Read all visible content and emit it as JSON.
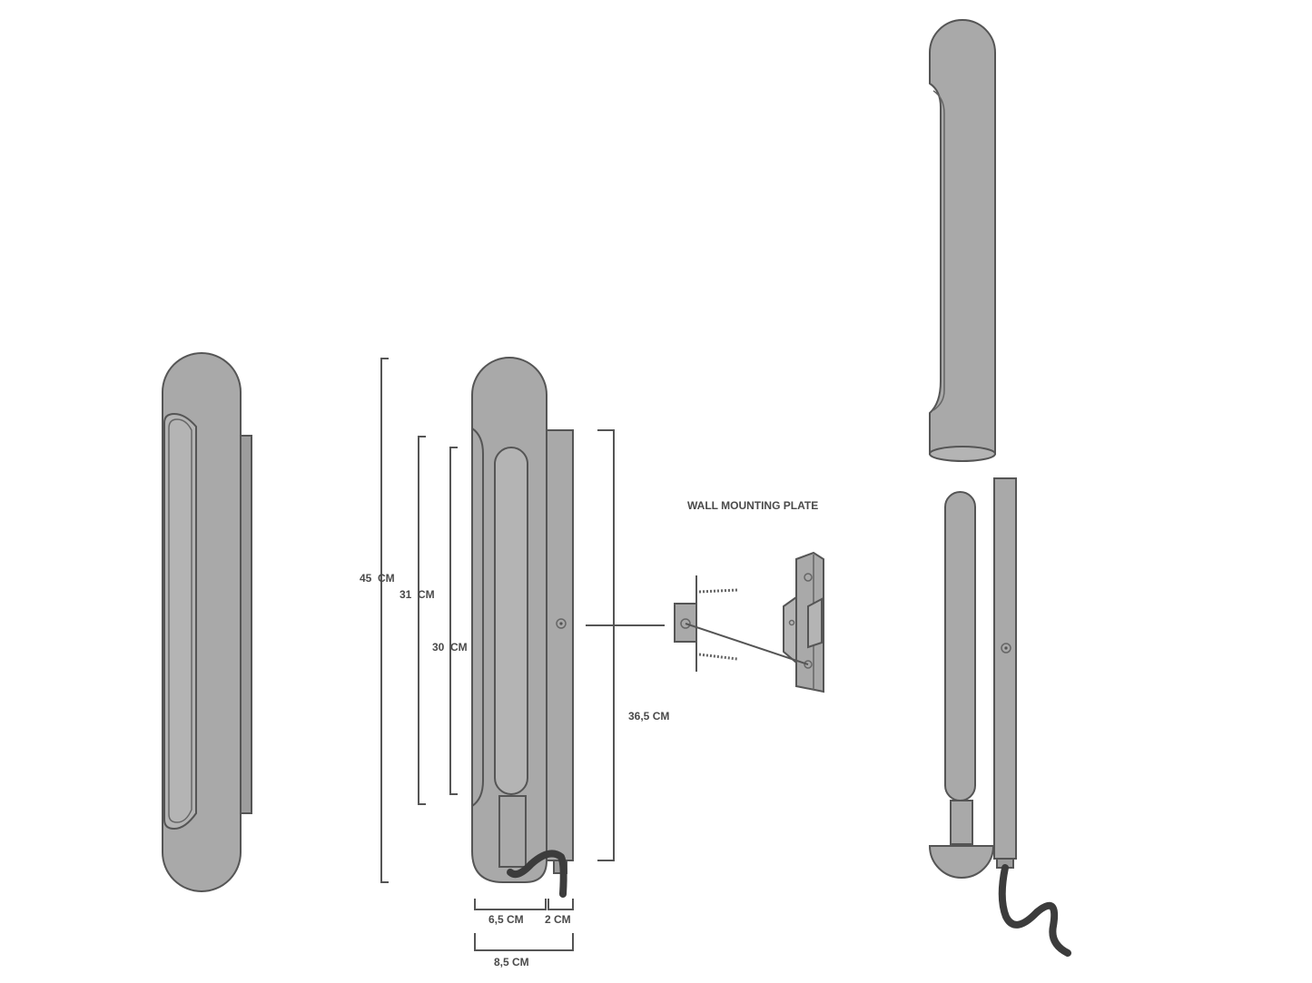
{
  "labels": {
    "wall_mounting_plate": "WALL MOUNTING PLATE"
  },
  "dimensions": {
    "overall_height": "45  CM",
    "outer_height": "31  CM",
    "inner_height": "30  CM",
    "plate_height": "36,5 CM",
    "body_width": "6,5 CM",
    "plate_width": "2 CM",
    "total_width": "8,5 CM"
  },
  "colors": {
    "body": "#a9a9a9",
    "outline": "#555555",
    "cable": "#3c3c3c"
  }
}
